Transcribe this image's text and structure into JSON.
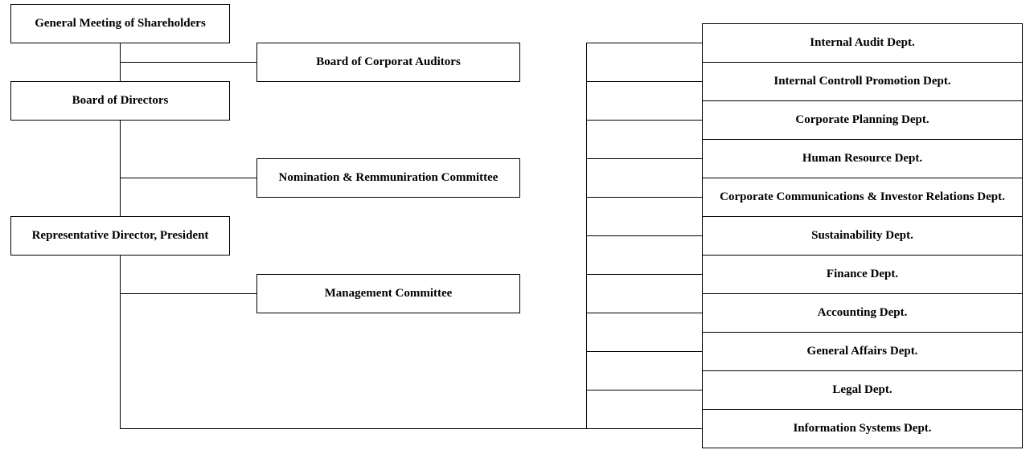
{
  "governance": {
    "shareholders": "General Meeting of Shareholders",
    "auditors": "Board of Corporat Auditors",
    "directors": "Board of Directors",
    "nomination": "Nomination & Remmuniration Committee",
    "president": "Representative Director, President",
    "management": "Management Committee"
  },
  "departments": [
    "Internal Audit Dept.",
    "Internal Controll Promotion Dept.",
    "Corporate Planning Dept.",
    "Human Resource Dept.",
    "Corporate Communications & Investor Relations Dept.",
    "Sustainability Dept.",
    "Finance Dept.",
    "Accounting Dept.",
    "General Affairs Dept.",
    "Legal Dept.",
    "Information Systems Dept."
  ]
}
